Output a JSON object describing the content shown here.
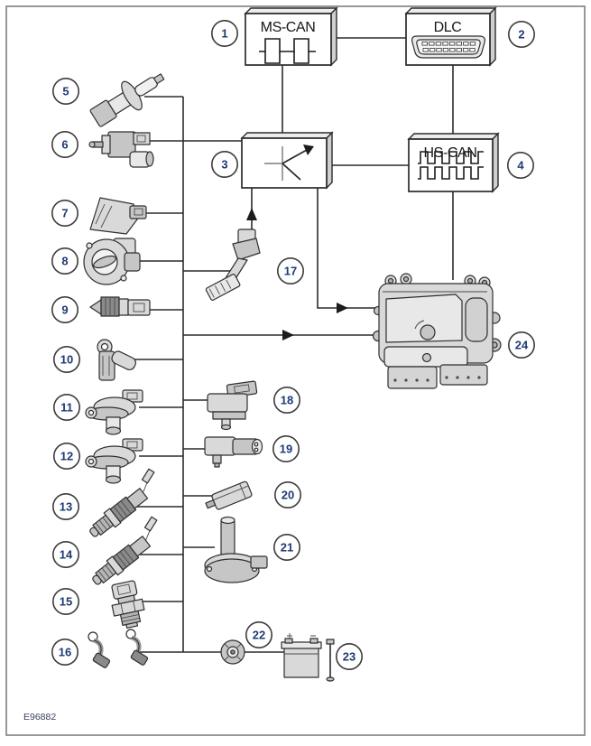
{
  "figure_id": "E96882",
  "nodes": {
    "ms_can": {
      "label": "MS-CAN"
    },
    "dlc": {
      "label": "DLC"
    },
    "hs_can": {
      "label": "HS-CAN"
    }
  },
  "callouts": [
    {
      "label": "1"
    },
    {
      "label": "2"
    },
    {
      "label": "3"
    },
    {
      "label": "4"
    },
    {
      "label": "5"
    },
    {
      "label": "6"
    },
    {
      "label": "7"
    },
    {
      "label": "8"
    },
    {
      "label": "9"
    },
    {
      "label": "10"
    },
    {
      "label": "11"
    },
    {
      "label": "12"
    },
    {
      "label": "13"
    },
    {
      "label": "14"
    },
    {
      "label": "15"
    },
    {
      "label": "16"
    },
    {
      "label": "17"
    },
    {
      "label": "18"
    },
    {
      "label": "19"
    },
    {
      "label": "20"
    },
    {
      "label": "21"
    },
    {
      "label": "22"
    },
    {
      "label": "23"
    },
    {
      "label": "24"
    }
  ],
  "icons": {
    "ms_can_glyph": "square-wave-icon",
    "hs_can_glyph": "double-square-wave-icon",
    "dlc_glyph": "obd-16pin-connector-icon",
    "node3_glyph": "gauge-needle-arrow-icon"
  },
  "colors": {
    "callout_number": "#1f3a73",
    "line": "#2b2b2b",
    "page_border": "#7e7e7e",
    "component_fill": "#d9d9d9"
  }
}
